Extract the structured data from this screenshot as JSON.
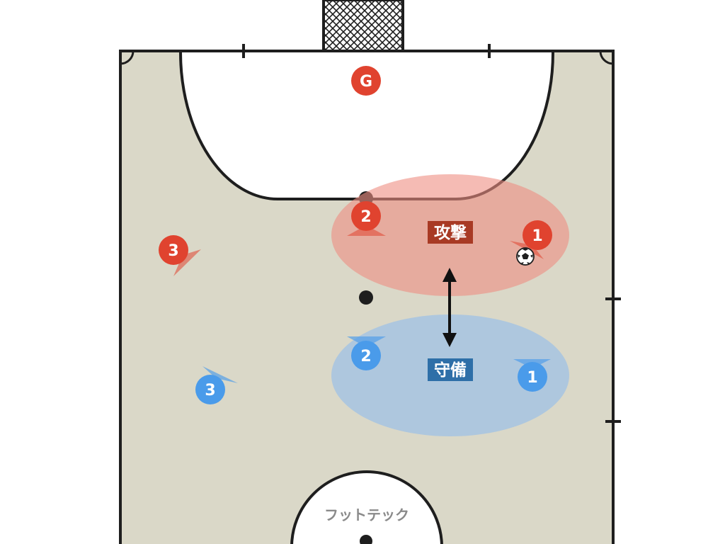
{
  "colors": {
    "court": "#dad8c8",
    "line": "#1e1e1e",
    "attack": "#e0432f",
    "defense": "#4a9bea",
    "attack_zone": "#ef8e82",
    "defense_zone": "#9fc2e6",
    "attack_label_bg": "#a83a24",
    "defense_label_bg": "#2e6fa8",
    "watermark": "#8a8a8a"
  },
  "zones": {
    "attack_label": "攻撃",
    "defense_label": "守備"
  },
  "players": {
    "goalkeeper": "G",
    "attack": [
      "1",
      "2",
      "3"
    ],
    "defense": [
      "1",
      "2",
      "3"
    ]
  },
  "watermark": "フットテック",
  "icons": {
    "ball": "soccer-ball-icon",
    "arrow": "double-arrow-icon"
  }
}
